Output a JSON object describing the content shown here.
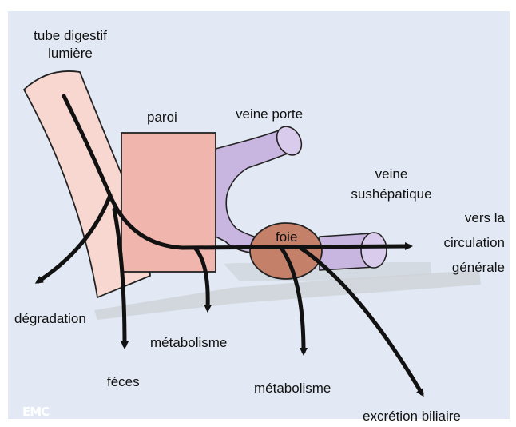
{
  "labels": {
    "tube": [
      "tube digestif",
      "lumière"
    ],
    "paroi": "paroi",
    "veine_porte": "veine porte",
    "veine_sus": [
      "veine",
      "sushépatique"
    ],
    "foie": "foie",
    "circulation": [
      "vers la",
      "circulation",
      "générale"
    ],
    "degradation": "dégradation",
    "feces": "féces",
    "metabolisme_paroi": "métabolisme",
    "metabolisme_foie": "métabolisme",
    "excretion": "excrétion biliaire"
  },
  "watermark": "EMC",
  "colors": {
    "background": "#e2e9f4",
    "shadow": "#cfd3d8",
    "tube": "#f7d7d0",
    "paroi": "#f0b5ad",
    "veins": "#c8b5e0",
    "foie": "#c5806a",
    "arrows": "#111111"
  }
}
